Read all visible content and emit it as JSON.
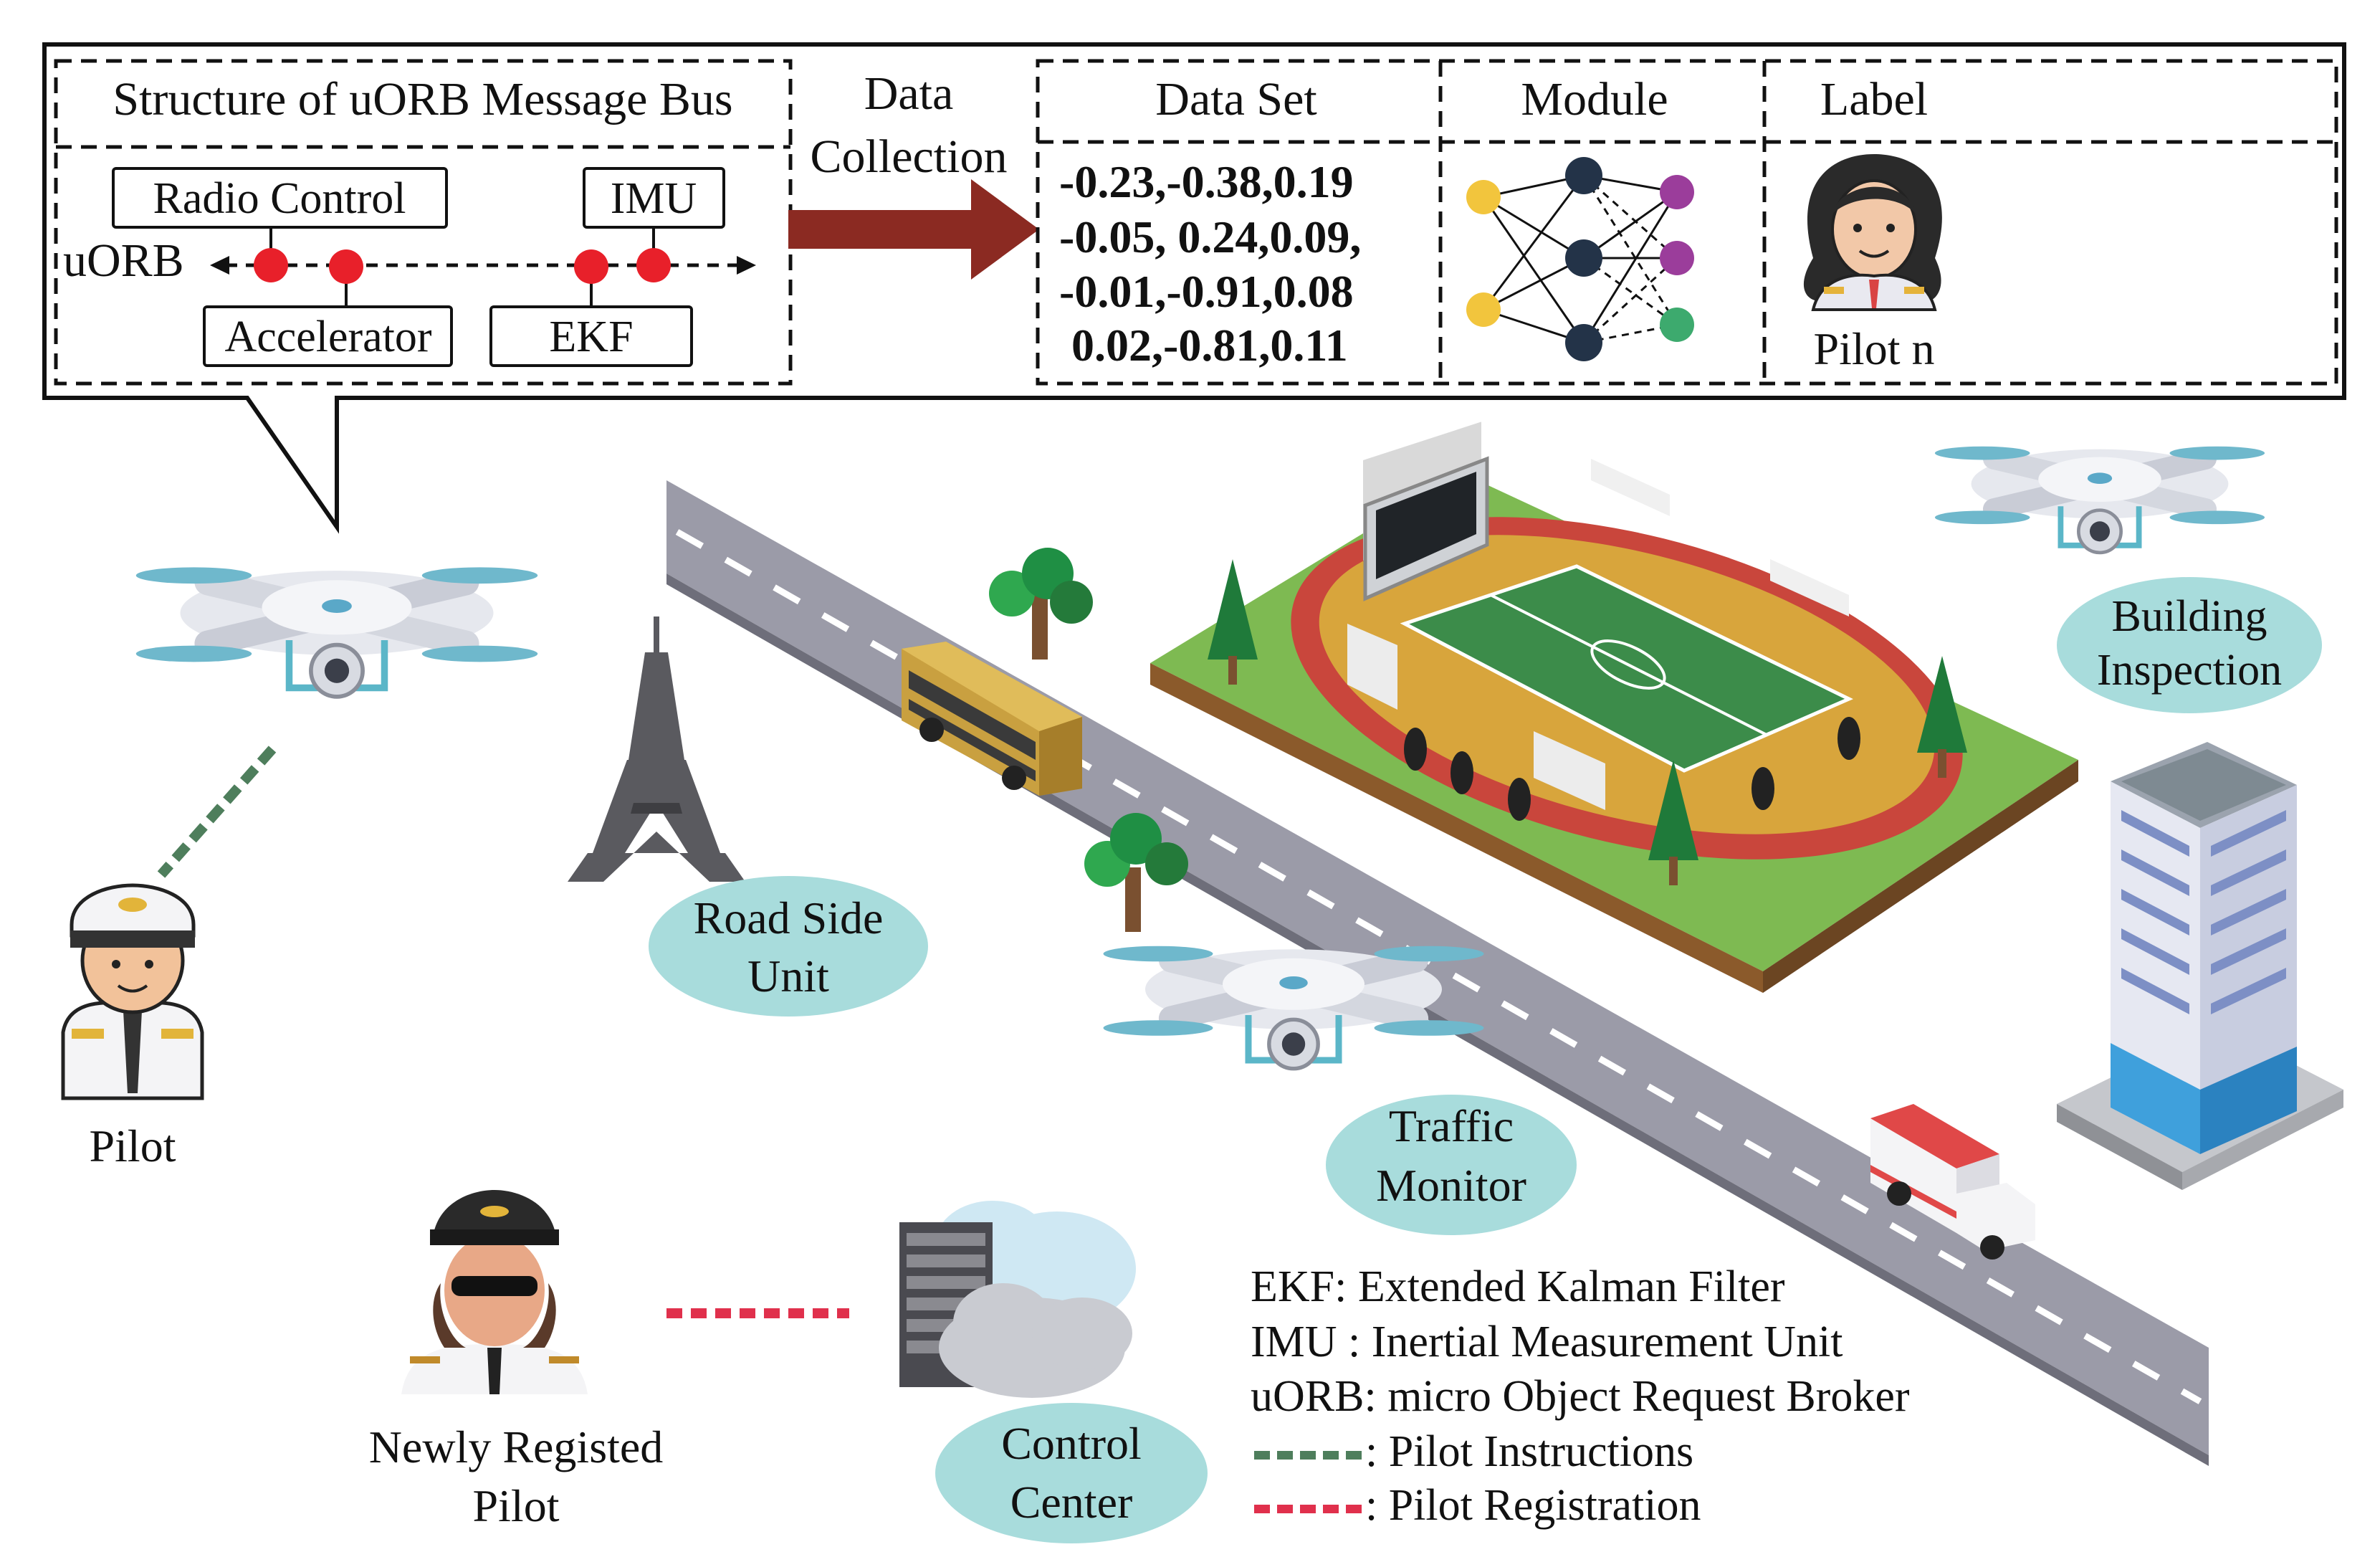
{
  "callout": {
    "bus_title": "Structure of uORB Message Bus",
    "bus_label": "uORB",
    "nodes": {
      "radio": "Radio Control",
      "imu": "IMU",
      "accel": "Accelerator",
      "ekf": "EKF"
    },
    "collection_line1": "Data",
    "collection_line2": "Collection",
    "dataset_header": "Data Set",
    "module_header": "Module",
    "label_header": "Label",
    "dataset_rows": [
      "-0.23,-0.38,0.19",
      "-0.05, 0.24,0.09,",
      "-0.01,-0.91,0.08",
      "0.02,-0.81,0.11"
    ],
    "pilot_n": "Pilot n"
  },
  "scene": {
    "pilot": "Pilot",
    "rsu_line1": "Road Side",
    "rsu_line2": "Unit",
    "traffic_line1": "Traffic",
    "traffic_line2": "Monitor",
    "building_line1": "Building",
    "building_line2": "Inspection",
    "new_pilot_line1": "Newly Registed",
    "new_pilot_line2": "Pilot",
    "control_line1": "Control",
    "control_line2": "Center"
  },
  "legend": {
    "ekf": "EKF: Extended Kalman Filter",
    "imu": "IMU : Inertial Measurement Unit",
    "uorb": "uORB: micro Object Request Broker",
    "instructions": ": Pilot Instructions",
    "registration": ": Pilot Registration"
  },
  "colors": {
    "arrow": "#8B2A22",
    "bus_dot": "#E8202A",
    "ellipse": "#A8DCDC",
    "road": "#9B9BA8",
    "instructions_line": "#4E7E5C",
    "registration_line": "#E0304C",
    "nn_input": "#F2C53D",
    "nn_hidden": "#233348",
    "nn_out_purple": "#9B3D9B",
    "nn_out_green": "#3DAA6E"
  }
}
